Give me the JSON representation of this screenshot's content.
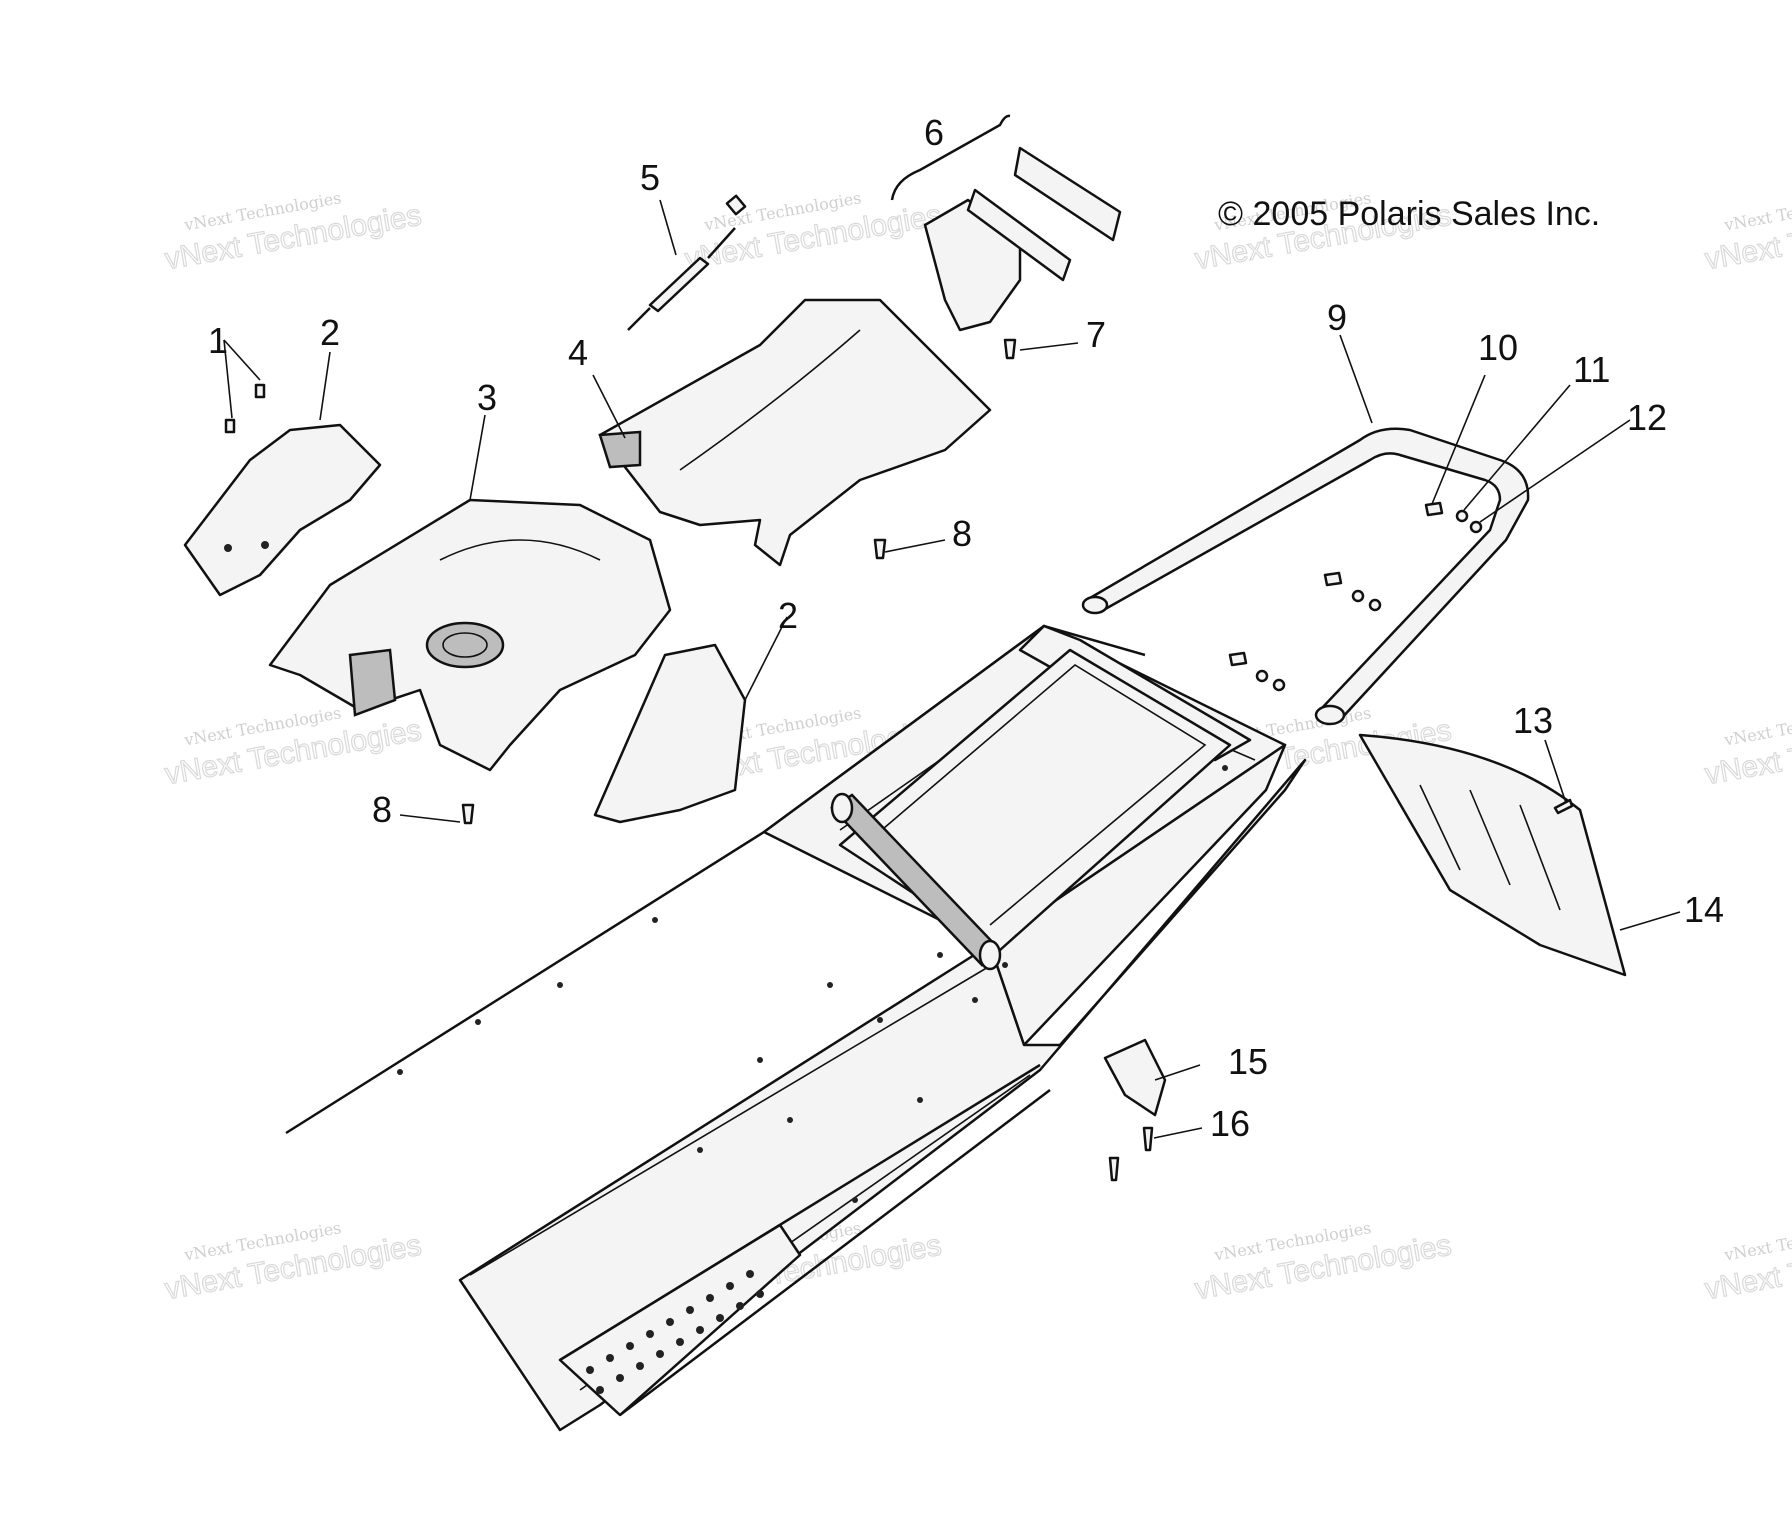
{
  "copyright": "© 2005 Polaris Sales Inc.",
  "callouts": {
    "c1": "1",
    "c2a": "2",
    "c2b": "2",
    "c3": "3",
    "c4": "4",
    "c5": "5",
    "c6": "6",
    "c7": "7",
    "c8a": "8",
    "c8b": "8",
    "c9": "9",
    "c10": "10",
    "c11": "11",
    "c12": "12",
    "c13": "13",
    "c14": "14",
    "c15": "15",
    "c16": "16"
  },
  "watermark": {
    "line1": "vNext Technologies",
    "line2": "vNext Technologies"
  }
}
